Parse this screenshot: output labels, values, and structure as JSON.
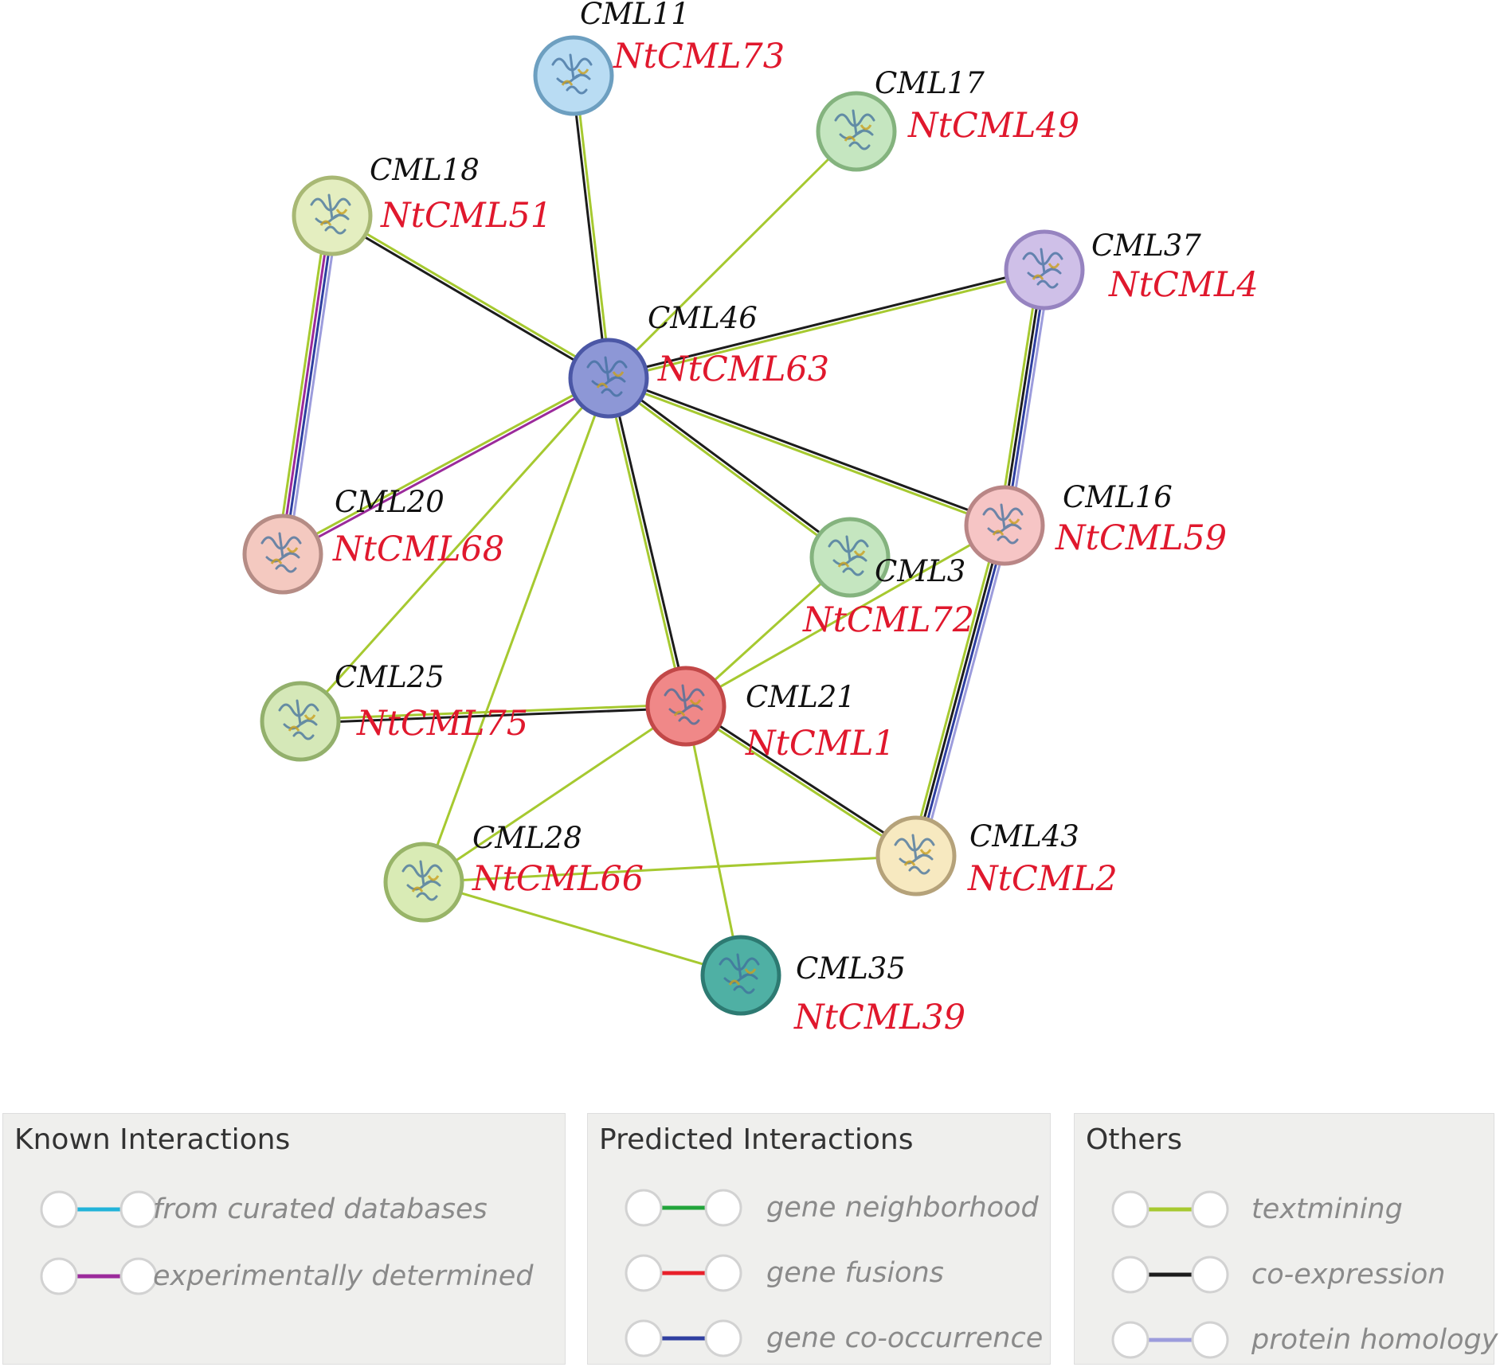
{
  "network": {
    "nodes": [
      {
        "id": "CML11",
        "gene": "NtCML73",
        "fill": "#b9dcf3",
        "stroke": "#6d9fc0"
      },
      {
        "id": "CML17",
        "gene": "NtCML49",
        "fill": "#c5e6c0",
        "stroke": "#84b37e"
      },
      {
        "id": "CML18",
        "gene": "NtCML51",
        "fill": "#e4eec0",
        "stroke": "#a8b874"
      },
      {
        "id": "CML37",
        "gene": "NtCML4",
        "fill": "#cfc0e8",
        "stroke": "#9683c0"
      },
      {
        "id": "CML46",
        "gene": "NtCML63",
        "fill": "#8d97d6",
        "stroke": "#4b57a6"
      },
      {
        "id": "CML20",
        "gene": "NtCML68",
        "fill": "#f4c9c0",
        "stroke": "#b58c85"
      },
      {
        "id": "CML16",
        "gene": "NtCML59",
        "fill": "#f6c5c5",
        "stroke": "#b98686"
      },
      {
        "id": "CML3",
        "gene": "NtCML72",
        "fill": "#c5e6c0",
        "stroke": "#84b37e"
      },
      {
        "id": "CML25",
        "gene": "NtCML75",
        "fill": "#d5e8b8",
        "stroke": "#93b06c"
      },
      {
        "id": "CML21",
        "gene": "NtCML1",
        "fill": "#f08888",
        "stroke": "#c24848"
      },
      {
        "id": "CML28",
        "gene": "NtCML66",
        "fill": "#d9ebb5",
        "stroke": "#98b468"
      },
      {
        "id": "CML43",
        "gene": "NtCML2",
        "fill": "#f7e9c0",
        "stroke": "#b5a27a"
      },
      {
        "id": "CML35",
        "gene": "NtCML39",
        "fill": "#4fb0a4",
        "stroke": "#2d7a72"
      }
    ],
    "edges": [
      {
        "source": "CML46",
        "target": "CML11",
        "types": [
          "coexpression",
          "textmining"
        ]
      },
      {
        "source": "CML46",
        "target": "CML17",
        "types": [
          "textmining"
        ]
      },
      {
        "source": "CML46",
        "target": "CML18",
        "types": [
          "coexpression",
          "textmining"
        ]
      },
      {
        "source": "CML46",
        "target": "CML37",
        "types": [
          "coexpression",
          "textmining"
        ]
      },
      {
        "source": "CML46",
        "target": "CML20",
        "types": [
          "experimental",
          "textmining"
        ]
      },
      {
        "source": "CML46",
        "target": "CML16",
        "types": [
          "coexpression",
          "textmining"
        ]
      },
      {
        "source": "CML46",
        "target": "CML3",
        "types": [
          "coexpression",
          "textmining"
        ]
      },
      {
        "source": "CML46",
        "target": "CML25",
        "types": [
          "textmining"
        ]
      },
      {
        "source": "CML46",
        "target": "CML21",
        "types": [
          "coexpression",
          "textmining"
        ]
      },
      {
        "source": "CML46",
        "target": "CML28",
        "types": [
          "textmining"
        ]
      },
      {
        "source": "CML18",
        "target": "CML20",
        "types": [
          "homology",
          "cooccurrence",
          "experimental",
          "textmining"
        ]
      },
      {
        "source": "CML37",
        "target": "CML16",
        "types": [
          "homology",
          "cooccurrence",
          "coexpression",
          "textmining"
        ]
      },
      {
        "source": "CML16",
        "target": "CML43",
        "types": [
          "homology",
          "cooccurrence",
          "coexpression",
          "textmining"
        ]
      },
      {
        "source": "CML21",
        "target": "CML3",
        "types": [
          "textmining"
        ]
      },
      {
        "source": "CML21",
        "target": "CML16",
        "types": [
          "textmining"
        ]
      },
      {
        "source": "CML21",
        "target": "CML25",
        "types": [
          "coexpression",
          "textmining"
        ]
      },
      {
        "source": "CML21",
        "target": "CML43",
        "types": [
          "coexpression",
          "textmining"
        ]
      },
      {
        "source": "CML21",
        "target": "CML28",
        "types": [
          "textmining"
        ]
      },
      {
        "source": "CML21",
        "target": "CML35",
        "types": [
          "textmining"
        ]
      },
      {
        "source": "CML28",
        "target": "CML43",
        "types": [
          "textmining"
        ]
      },
      {
        "source": "CML28",
        "target": "CML35",
        "types": [
          "textmining"
        ]
      }
    ]
  },
  "edge_colors": {
    "curated": "#22b3d9",
    "experimental": "#9b2a9b",
    "neighborhood": "#22a43a",
    "fusion": "#e8202a",
    "cooccurrence": "#2f3fa0",
    "textmining": "#a6c930",
    "coexpression": "#1c1c1c",
    "homology": "#9c9cdc"
  },
  "legend": {
    "known": {
      "title": "Known Interactions",
      "items": [
        {
          "label": "from curated databases",
          "color": "#22b3d9"
        },
        {
          "label": "experimentally determined",
          "color": "#9b2a9b"
        }
      ]
    },
    "predicted": {
      "title": "Predicted Interactions",
      "items": [
        {
          "label": "gene neighborhood",
          "color": "#22a43a"
        },
        {
          "label": "gene fusions",
          "color": "#e8202a"
        },
        {
          "label": "gene co-occurrence",
          "color": "#2f3fa0"
        }
      ]
    },
    "others": {
      "title": "Others",
      "items": [
        {
          "label": "textmining",
          "color": "#a6c930"
        },
        {
          "label": "co-expression",
          "color": "#1c1c1c"
        },
        {
          "label": "protein homology",
          "color": "#9c9cdc"
        }
      ]
    }
  }
}
